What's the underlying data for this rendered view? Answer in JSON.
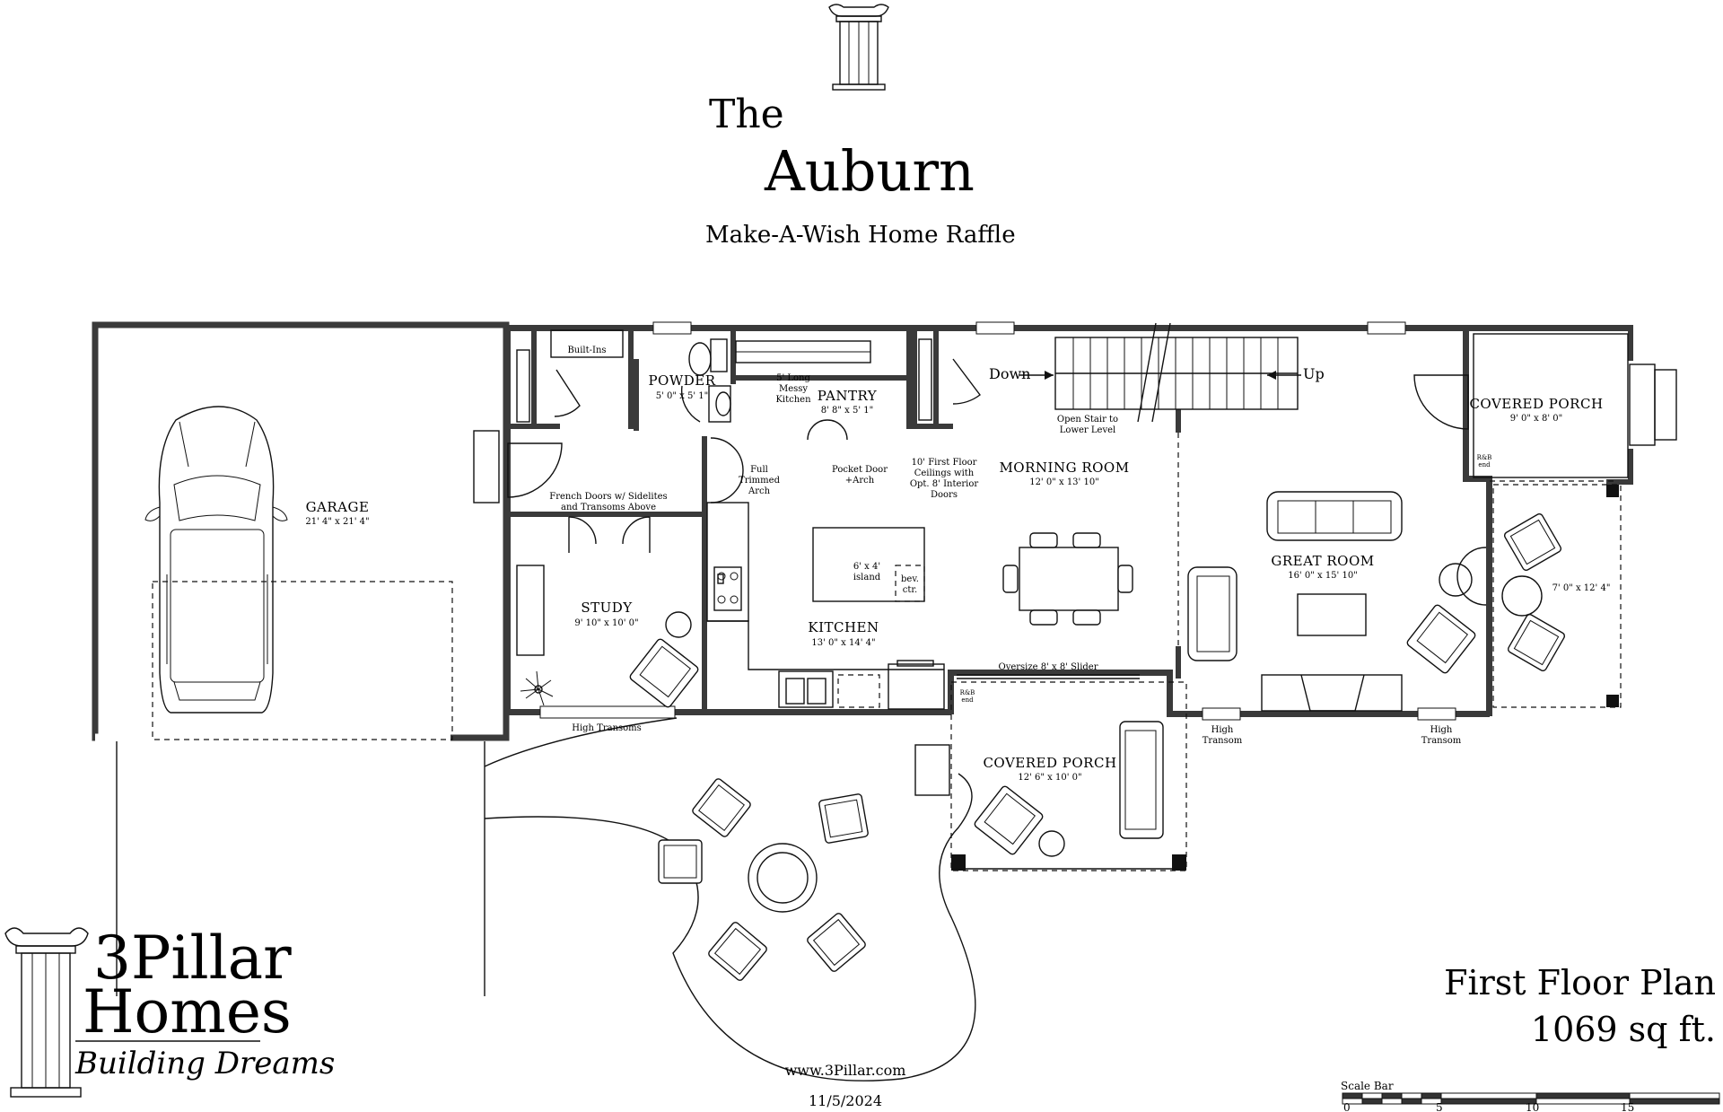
{
  "title": {
    "prefix": "The",
    "name": "Auburn",
    "subtitle": "Make-A-Wish Home Raffle"
  },
  "rooms": {
    "garage": {
      "label": "GARAGE",
      "dims": "21' 4\" x 21' 4\""
    },
    "powder": {
      "label": "POWDER",
      "dims": "5' 0\" x 5' 1\""
    },
    "pantry": {
      "label": "PANTRY",
      "dims": "8' 8\" x 5' 1\""
    },
    "morning_room": {
      "label": "MORNING ROOM",
      "dims": "12' 0\" x 13' 10\""
    },
    "study": {
      "label": "STUDY",
      "dims": "9' 10\" x 10' 0\""
    },
    "kitchen": {
      "label": "KITCHEN",
      "dims": "13' 0\" x 14' 4\""
    },
    "great_room": {
      "label": "GREAT ROOM",
      "dims": "16' 0\" x 15' 10\""
    },
    "covered_porch_rear": {
      "label": "COVERED PORCH",
      "dims": "9' 0\" x 8' 0\""
    },
    "covered_porch_front": {
      "label": "COVERED PORCH",
      "dims": "12' 6\" x 10' 0\""
    },
    "side_porch": {
      "dims": "7' 0\" x 12' 4\""
    }
  },
  "notes": {
    "built_ins": "Built-Ins",
    "messy_kitchen": [
      "5' Long",
      "Messy",
      "Kitchen"
    ],
    "down": "Down",
    "up": "Up",
    "open_stair": [
      "Open Stair to",
      "Lower Level"
    ],
    "full_trimmed_arch": [
      "Full",
      "Trimmed",
      "Arch"
    ],
    "pocket_door": [
      "Pocket Door",
      "+Arch"
    ],
    "ceilings": [
      "10' First Floor",
      "Ceilings with",
      "Opt. 8' Interior",
      "Doors"
    ],
    "french_doors": [
      "French Doors w/ Sidelites",
      "and Transoms Above"
    ],
    "island": [
      "6' x 4'",
      "island"
    ],
    "bev_ctr": [
      "bev.",
      "ctr."
    ],
    "slider": "Oversize 8' x 8' Slider",
    "high_transoms": "High Transoms",
    "high_transom_1": [
      "High",
      "Transom"
    ],
    "high_transom_2": [
      "High",
      "Transom"
    ],
    "rail_end_1": [
      "R&B",
      "end"
    ],
    "rail_end_2": [
      "R&B",
      "end"
    ]
  },
  "plan_label": {
    "line1": "First Floor Plan",
    "line2": "1069 sq ft."
  },
  "footer": {
    "url": "www.3Pillar.com",
    "date": "11/5/2024"
  },
  "logo": {
    "line1": "3Pillar",
    "line2": "Homes",
    "tagline": "Building Dreams"
  },
  "scale_bar": {
    "label": "Scale Bar",
    "ticks": [
      "0",
      "5",
      "10",
      "15"
    ]
  }
}
